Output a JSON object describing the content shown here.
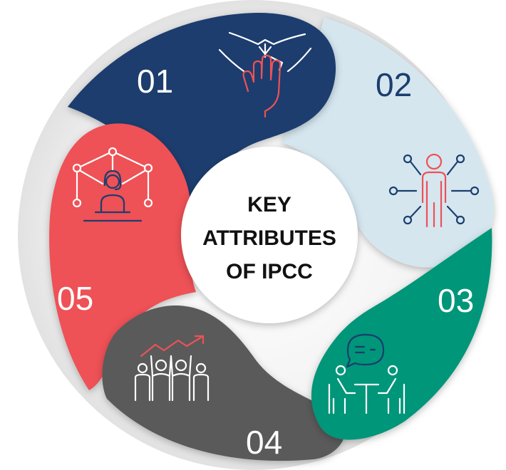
{
  "center": {
    "line1": "KEY",
    "line2": "ATTRIBUTES",
    "line3": "OF IPCC"
  },
  "segments": [
    {
      "number": "01",
      "color": "#1b3e6e",
      "icon": "handshake-icon",
      "number_color": "#ffffff"
    },
    {
      "number": "02",
      "color": "#d5e6ef",
      "icon": "person-network-icon",
      "number_color": "#1b3e6e"
    },
    {
      "number": "03",
      "color": "#009679",
      "icon": "meeting-conversation-icon",
      "number_color": "#ffffff"
    },
    {
      "number": "04",
      "color": "#5a5a5a",
      "icon": "team-growth-icon",
      "number_color": "#ffffff"
    },
    {
      "number": "05",
      "color": "#ee5157",
      "icon": "agent-network-icon",
      "number_color": "#ffffff"
    }
  ],
  "colors": {
    "accent_red": "#ee5157",
    "navy": "#1b3e6e",
    "ring_gray": "#eeeeee"
  }
}
